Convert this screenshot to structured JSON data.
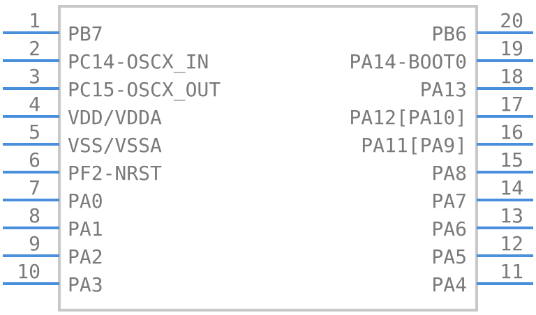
{
  "component": {
    "left_pins": [
      {
        "number": "1",
        "name": "PB7"
      },
      {
        "number": "2",
        "name": "PC14-OSCX_IN"
      },
      {
        "number": "3",
        "name": "PC15-OSCX_OUT"
      },
      {
        "number": "4",
        "name": "VDD/VDDA"
      },
      {
        "number": "5",
        "name": "VSS/VSSA"
      },
      {
        "number": "6",
        "name": "PF2-NRST"
      },
      {
        "number": "7",
        "name": "PA0"
      },
      {
        "number": "8",
        "name": "PA1"
      },
      {
        "number": "9",
        "name": "PA2"
      },
      {
        "number": "10",
        "name": "PA3"
      }
    ],
    "right_pins": [
      {
        "number": "20",
        "name": "PB6"
      },
      {
        "number": "19",
        "name": "PA14-BOOT0"
      },
      {
        "number": "18",
        "name": "PA13"
      },
      {
        "number": "17",
        "name": "PA12[PA10]"
      },
      {
        "number": "16",
        "name": "PA11[PA9]"
      },
      {
        "number": "15",
        "name": "PA8"
      },
      {
        "number": "14",
        "name": "PA7"
      },
      {
        "number": "13",
        "name": "PA6"
      },
      {
        "number": "12",
        "name": "PA5"
      },
      {
        "number": "11",
        "name": "PA4"
      }
    ]
  },
  "colors": {
    "pin_line": "#4a8fdc",
    "body_outline": "#c8c8c8",
    "text": "#7a7a7a"
  }
}
